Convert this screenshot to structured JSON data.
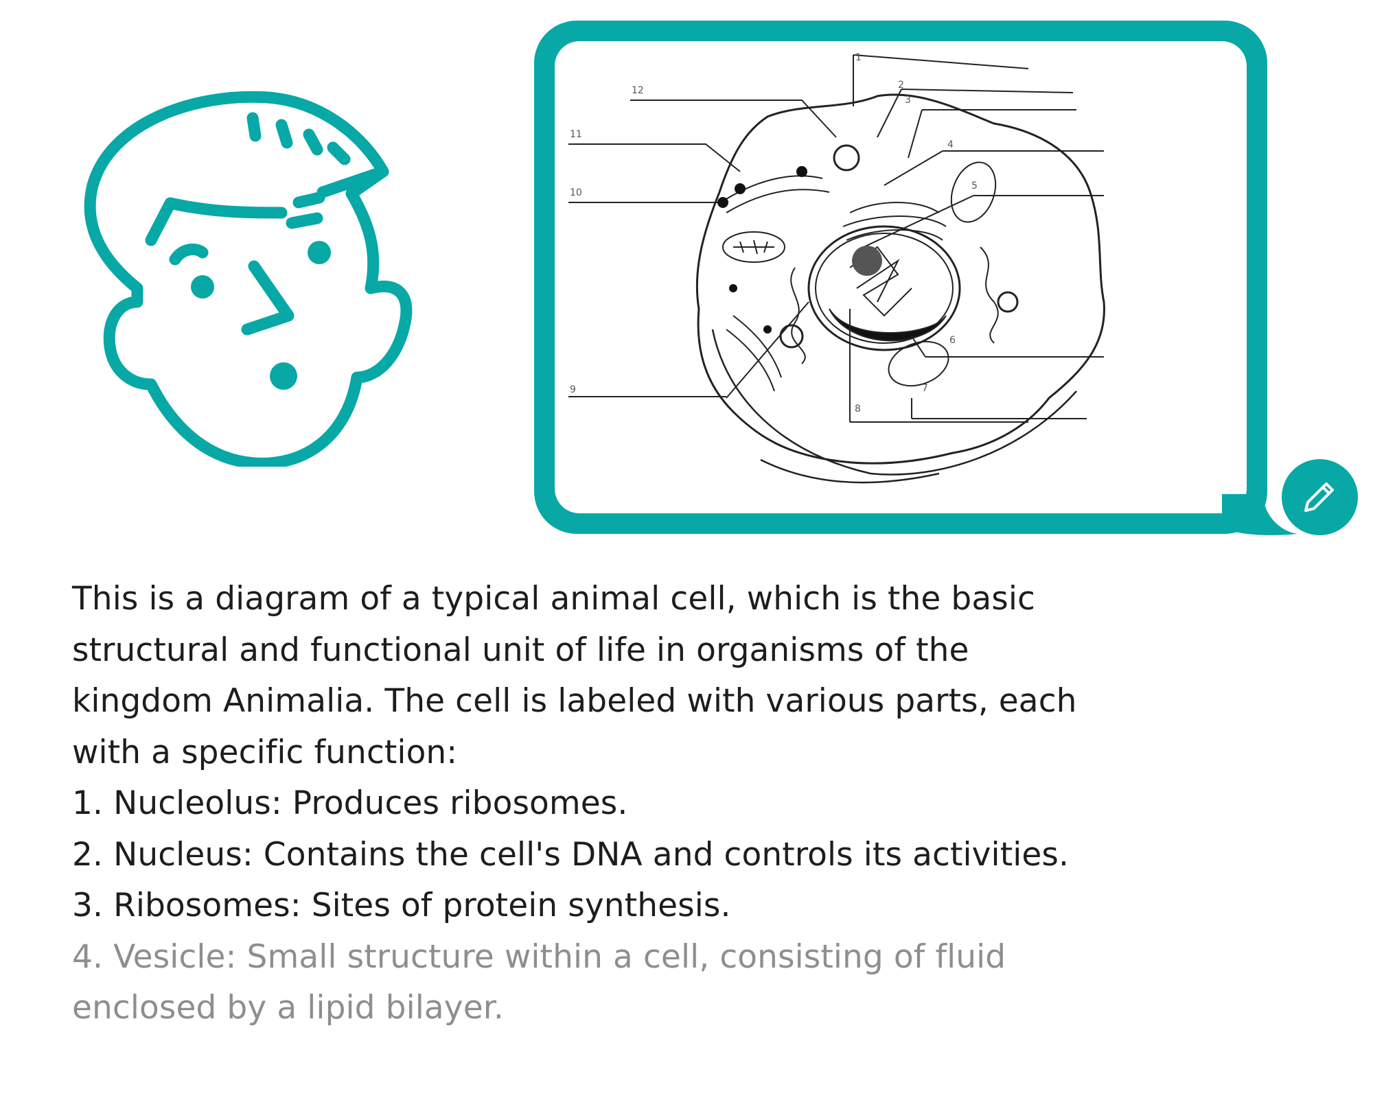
{
  "colors": {
    "accent": "#07a8a6",
    "text": "#1d1d1d"
  },
  "icons": {
    "avatar": "man-face-outline-icon",
    "edit": "pencil-icon"
  },
  "diagram": {
    "labels": [
      "1",
      "2",
      "3",
      "4",
      "5",
      "6",
      "7",
      "8",
      "9",
      "10",
      "11",
      "12"
    ]
  },
  "message": {
    "intro": "This is a diagram of a typical animal cell, which is the basic structural and functional unit of life in organisms of the kingdom Animalia. The cell is labeled with various parts, each with a specific function:",
    "items": [
      "1. Nucleolus: Produces ribosomes.",
      "2. Nucleus: Contains the cell's DNA and controls its activities.",
      "3. Ribosomes: Sites of protein synthesis.",
      "4. Vesicle: Small structure within a cell, consisting of fluid enclosed by a lipid bilayer."
    ]
  }
}
